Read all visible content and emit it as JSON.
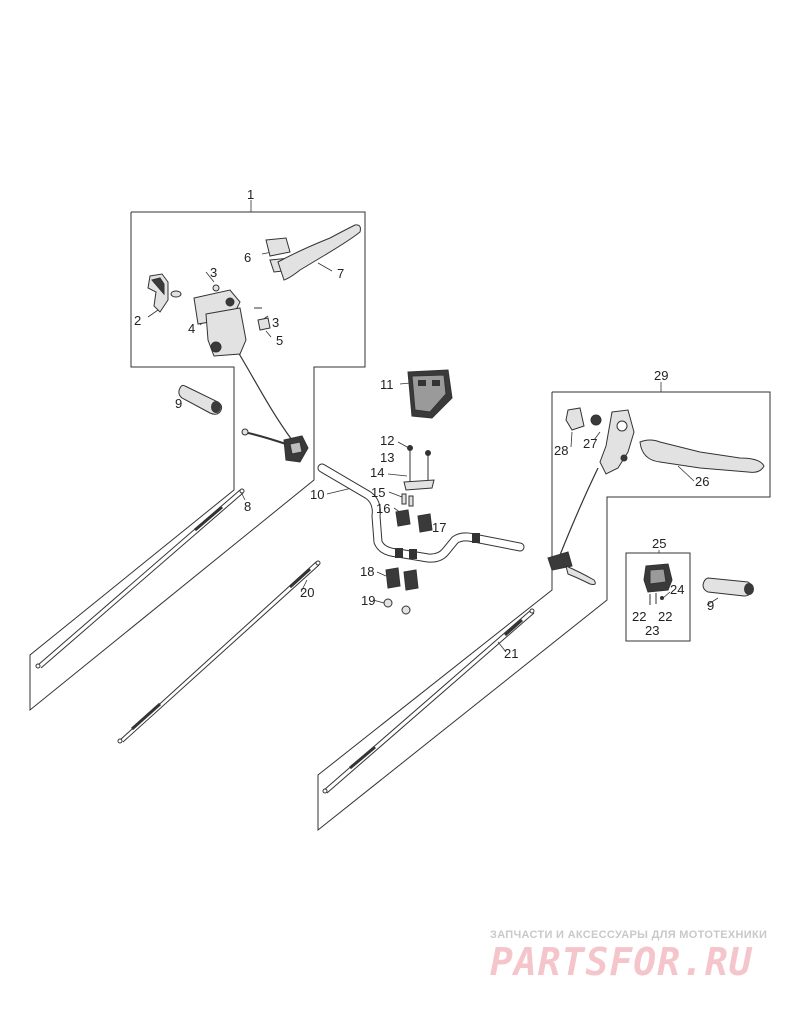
{
  "callouts": {
    "c1": "1",
    "c2": "2",
    "c3a": "3",
    "c3b": "3",
    "c4": "4",
    "c5": "5",
    "c6": "6",
    "c7": "7",
    "c8": "8",
    "c9a": "9",
    "c9b": "9",
    "c10": "10",
    "c11": "11",
    "c12": "12",
    "c13": "13",
    "c14": "14",
    "c15": "15",
    "c16": "16",
    "c17": "17",
    "c18": "18",
    "c19": "19",
    "c20": "20",
    "c21": "21",
    "c22a": "22",
    "c22b": "22",
    "c23": "23",
    "c24": "24",
    "c25": "25",
    "c26": "26",
    "c27": "27",
    "c28": "28",
    "c29": "29"
  },
  "watermark": {
    "tagline": "ЗАПЧАСТИ И АКСЕССУАРЫ ДЛЯ МОТОТЕХНИКИ",
    "brand": "PARTSFOR.RU"
  },
  "colors": {
    "line": "#333333",
    "part_fill": "#e2e2e2",
    "part_dark": "#3a3a3a",
    "watermark_text": "#c9c9c9",
    "watermark_brand": "#f4c6cc"
  }
}
